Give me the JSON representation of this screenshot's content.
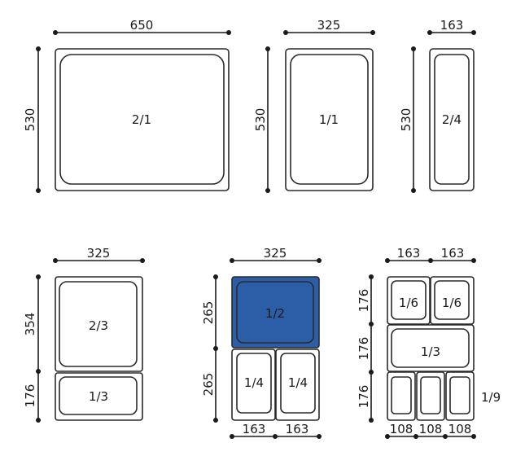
{
  "pans": {
    "full_2_1": {
      "label": "2/1",
      "width": "650",
      "height": "530"
    },
    "full_1_1": {
      "label": "1/1",
      "width": "325",
      "height": "530"
    },
    "full_2_4": {
      "label": "2/4",
      "width": "163",
      "height": "530"
    },
    "split_2_3": {
      "top_label": "2/3",
      "bottom_label": "1/3",
      "width": "325",
      "top_height": "354",
      "bottom_height": "176"
    },
    "split_1_2": {
      "top_label": "1/2",
      "left_label": "1/4",
      "right_label": "1/4",
      "width": "325",
      "top_height": "265",
      "bottom_height": "265",
      "bottom_left_width": "163",
      "bottom_right_width": "163",
      "highlight_color": "#2c5ea8"
    },
    "split_1_9": {
      "top_left_label": "1/6",
      "top_right_label": "1/6",
      "middle_label": "1/3",
      "bottom_label": "1/9",
      "top_left_width": "163",
      "top_right_width": "163",
      "row1_height": "176",
      "row2_height": "176",
      "row3_height": "176",
      "bottom_w1": "108",
      "bottom_w2": "108",
      "bottom_w3": "108"
    }
  }
}
